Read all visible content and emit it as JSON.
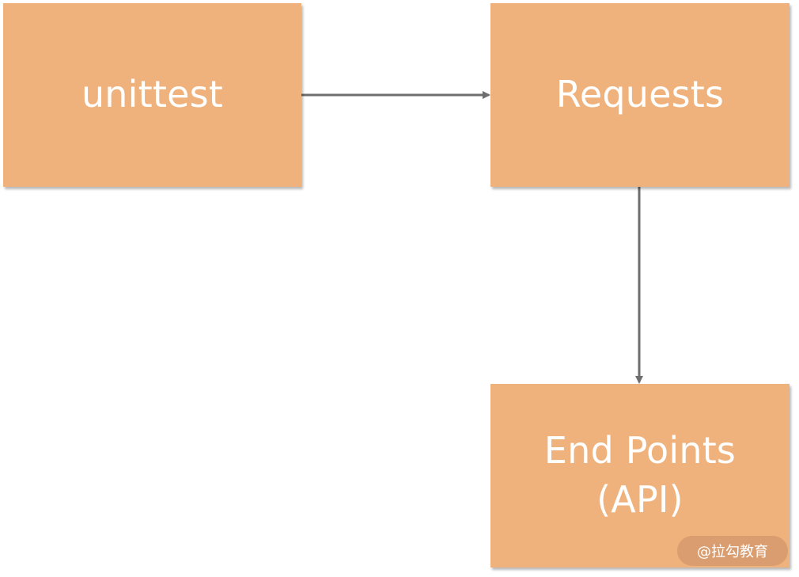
{
  "nodes": {
    "unittest": {
      "label": "unittest"
    },
    "requests": {
      "label": "Requests"
    },
    "endpoints": {
      "label_line1": "End Points",
      "label_line2": "(API)"
    }
  },
  "edges": [
    {
      "from": "unittest",
      "to": "requests"
    },
    {
      "from": "requests",
      "to": "endpoints"
    }
  ],
  "watermark": {
    "text": "@拉勾教育"
  },
  "colors": {
    "box_fill": "#f0b27c",
    "box_text": "#ffffff",
    "arrow": "#6e6e6e",
    "background": "#ffffff"
  }
}
